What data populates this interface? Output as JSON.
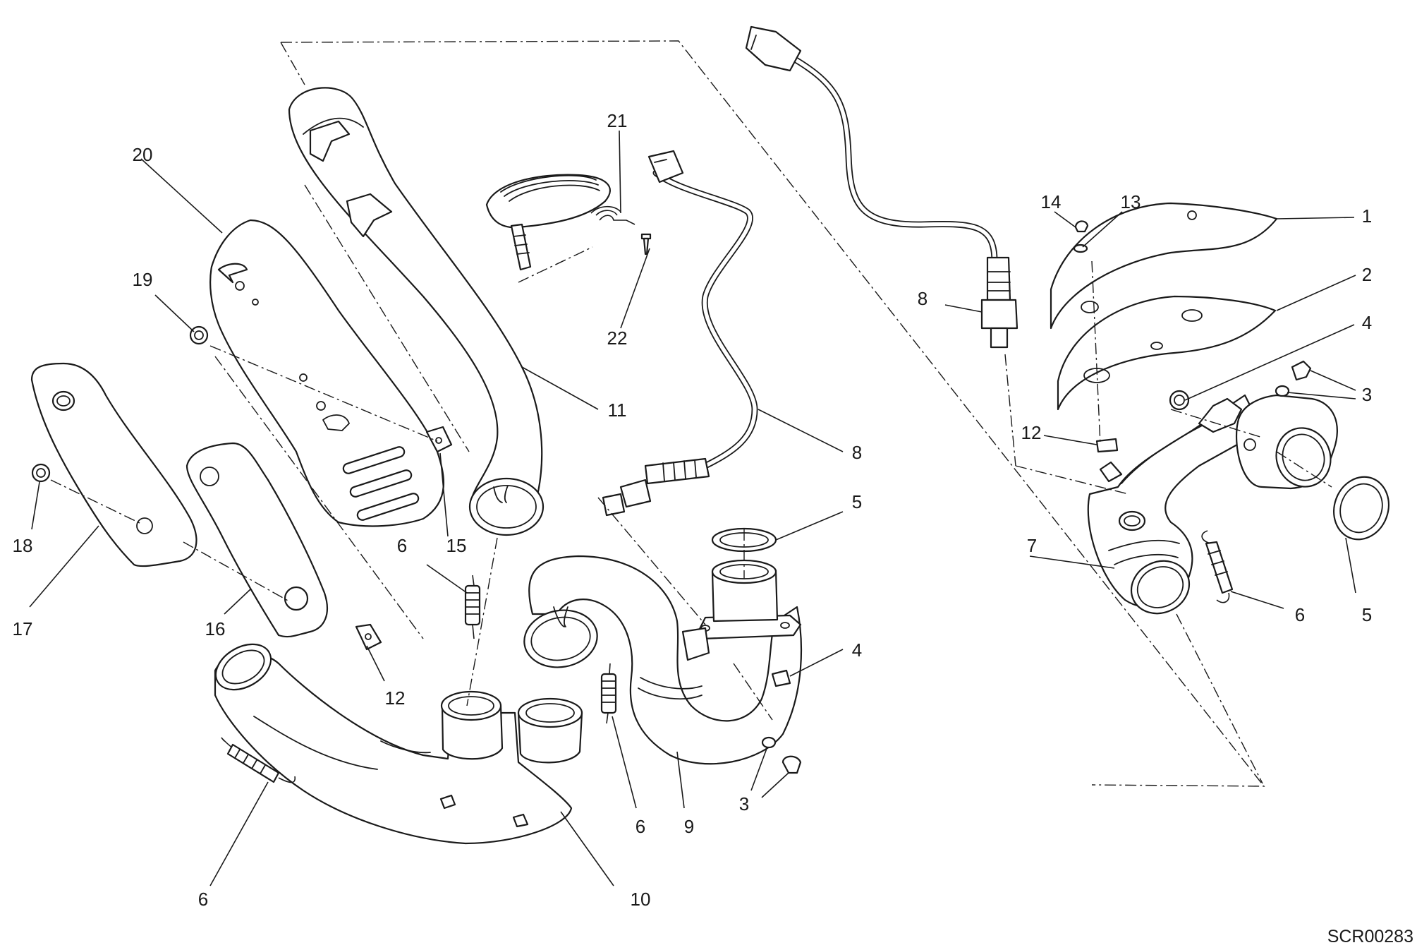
{
  "drawing_code": "SCR00283",
  "callouts": [
    {
      "id": "c1",
      "text": "1"
    },
    {
      "id": "c2",
      "text": "2"
    },
    {
      "id": "c3a",
      "text": "3"
    },
    {
      "id": "c3b",
      "text": "3"
    },
    {
      "id": "c4a",
      "text": "4"
    },
    {
      "id": "c4b",
      "text": "4"
    },
    {
      "id": "c5a",
      "text": "5"
    },
    {
      "id": "c5b",
      "text": "5"
    },
    {
      "id": "c6a",
      "text": "6"
    },
    {
      "id": "c6b",
      "text": "6"
    },
    {
      "id": "c6c",
      "text": "6"
    },
    {
      "id": "c6d",
      "text": "6"
    },
    {
      "id": "c7",
      "text": "7"
    },
    {
      "id": "c8a",
      "text": "8"
    },
    {
      "id": "c8b",
      "text": "8"
    },
    {
      "id": "c9",
      "text": "9"
    },
    {
      "id": "c10",
      "text": "10"
    },
    {
      "id": "c11",
      "text": "11"
    },
    {
      "id": "c12a",
      "text": "12"
    },
    {
      "id": "c12b",
      "text": "12"
    },
    {
      "id": "c13",
      "text": "13"
    },
    {
      "id": "c14",
      "text": "14"
    },
    {
      "id": "c15",
      "text": "15"
    },
    {
      "id": "c16",
      "text": "16"
    },
    {
      "id": "c17",
      "text": "17"
    },
    {
      "id": "c18",
      "text": "18"
    },
    {
      "id": "c19",
      "text": "19"
    },
    {
      "id": "c20",
      "text": "20"
    },
    {
      "id": "c21",
      "text": "21"
    },
    {
      "id": "c22",
      "text": "22"
    }
  ]
}
